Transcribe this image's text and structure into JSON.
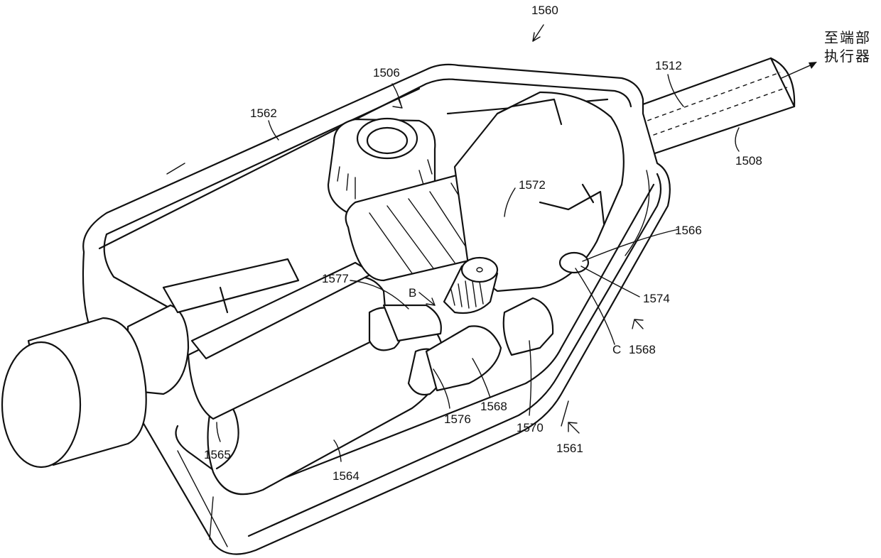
{
  "figure": {
    "destination_label_line1": "至端部",
    "destination_label_line2": "执行器",
    "refs": {
      "r1560": "1560",
      "r1506": "1506",
      "r1512": "1512",
      "r1562": "1562",
      "r1508": "1508",
      "r1572": "1572",
      "r1566": "1566",
      "r1577": "1577",
      "rB": "B",
      "r1574": "1574",
      "rC": "C",
      "r1568a": "1568",
      "r1568b": "1568",
      "r1576": "1576",
      "r1570": "1570",
      "r1561": "1561",
      "r1565": "1565",
      "r1564": "1564"
    }
  }
}
